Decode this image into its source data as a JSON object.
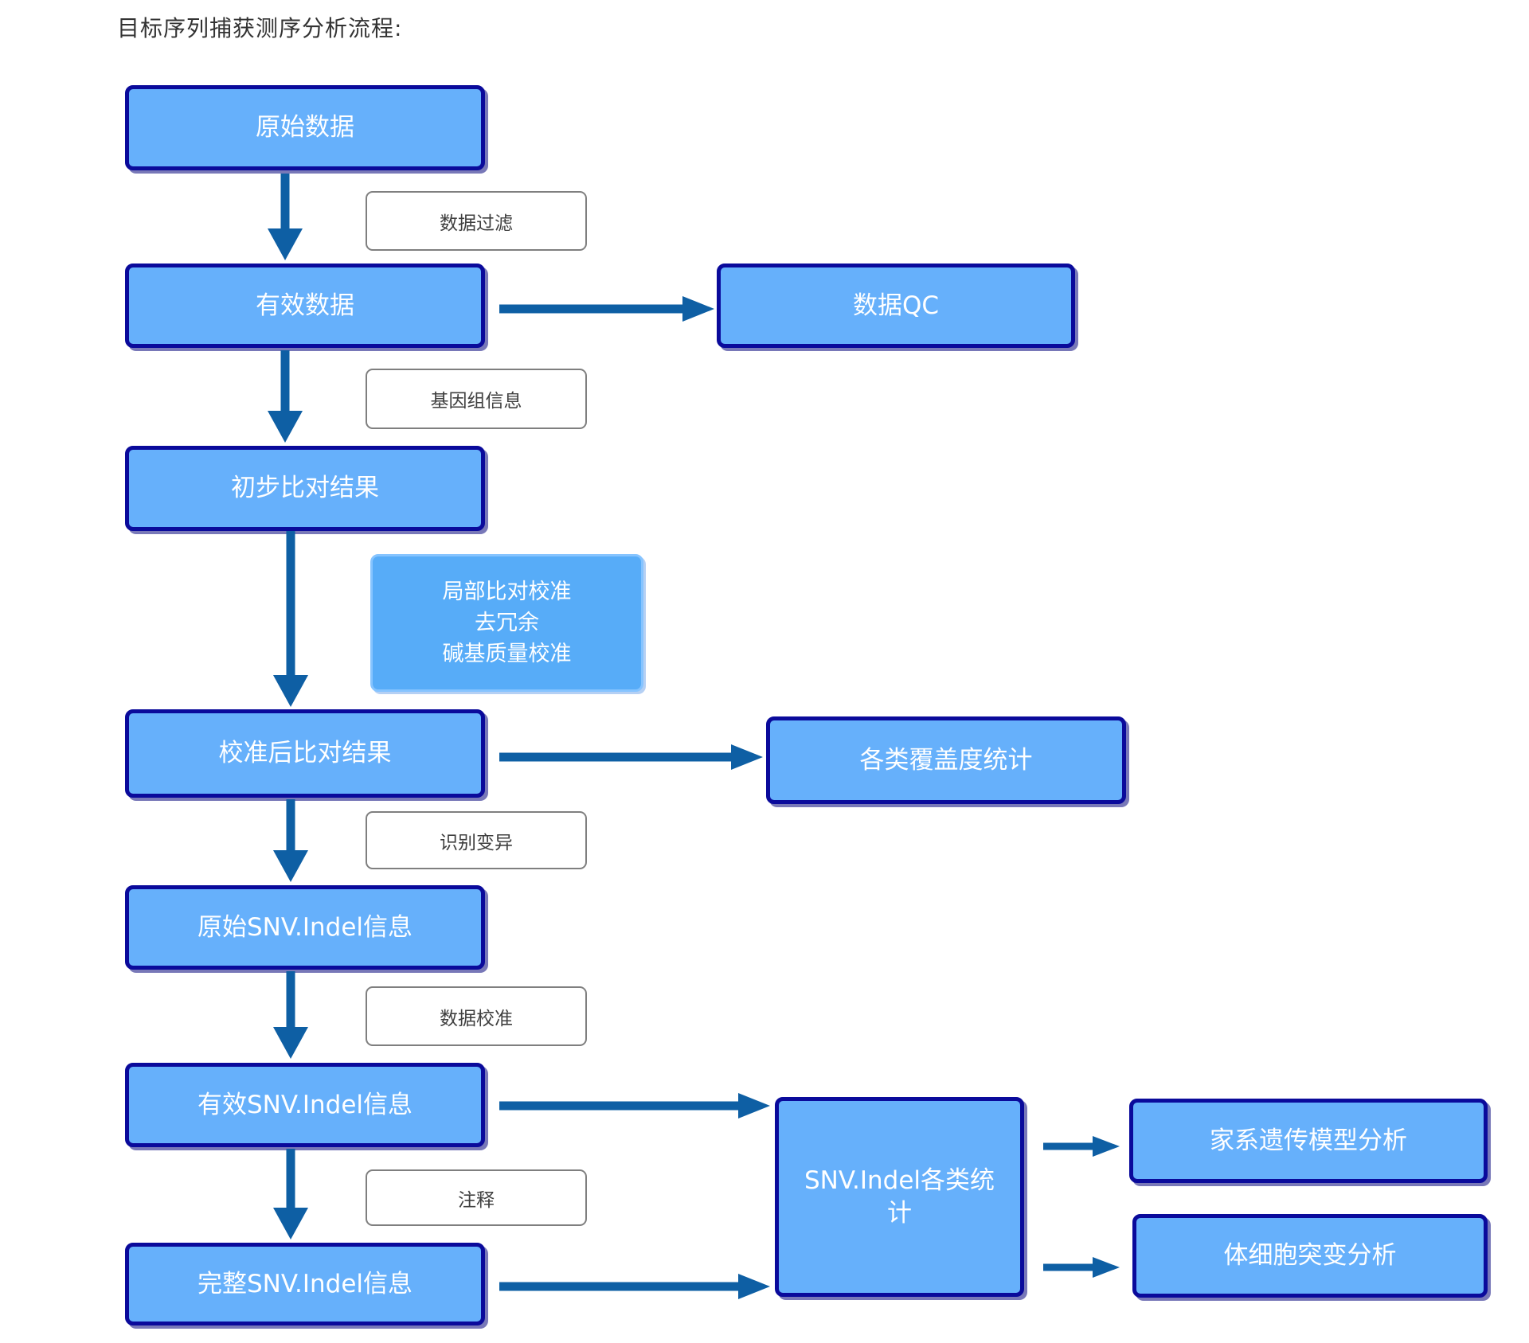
{
  "title": "目标序列捕获测序分析流程:",
  "nodes": {
    "raw_data": "原始数据",
    "valid_data": "有效数据",
    "data_qc": "数据QC",
    "prelim_align_result": "初步比对结果",
    "calibrated_align_result": "校准后比对结果",
    "coverage_stats": "各类覆盖度统计",
    "raw_snv_indel": "原始SNV.Indel信息",
    "valid_snv_indel": "有效SNV.Indel信息",
    "complete_snv_indel": "完整SNV.Indel信息",
    "snv_indel_stats": "SNV.Indel各类统计",
    "family_genetic_model": "家系遗传模型分析",
    "somatic_mutation": "体细胞突变分析"
  },
  "process_labels": {
    "data_filter": "数据过滤",
    "genome_info": "基因组信息",
    "realign_lines": [
      "局部比对校准",
      "去冗余",
      "碱基质量校准"
    ],
    "identify_variants": "识别变异",
    "data_calibration": "数据校准",
    "annotation": "注释"
  },
  "colors": {
    "node_fill": "#66B0FB",
    "node_border": "#0A0A9B",
    "process_fill": "#57ACF8",
    "process_border": "#86C4FF",
    "arrow": "#0E5FA4",
    "label_border": "#7F7F7F",
    "label_text": "#3F3F3F",
    "title_text": "#333333"
  }
}
